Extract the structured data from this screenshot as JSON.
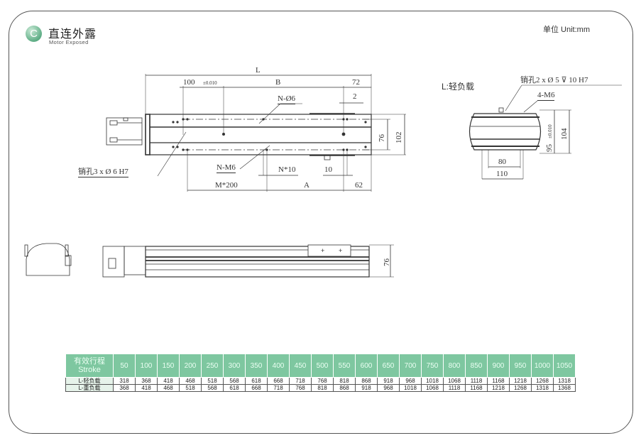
{
  "header": {
    "logo_letter": "C",
    "title": "直连外露",
    "subtitle": "Motor Exposed",
    "unit": "单位 Unit:mm"
  },
  "top_view": {
    "L": "L",
    "d100": "100",
    "tol": "±0.010",
    "B": "B",
    "d72": "72",
    "d2": "2",
    "n_phi6": "N-Ø6",
    "d76": "76",
    "d102": "102",
    "pin_hole": "销孔3 x Ø 6 H7",
    "n_m6": "N-M6",
    "n10": "N*10",
    "d10": "10",
    "m200": "M*200",
    "A": "A",
    "d62": "62"
  },
  "end_view": {
    "caption": "L:轻负载",
    "pin_hole": "销孔2 x Ø 5 ⊽ 10 H7",
    "m6": "4-M6",
    "d80": "80",
    "d110": "110",
    "d95": "95",
    "tol": "±0.010",
    "d104": "104"
  },
  "side_view": {
    "d76": "76"
  },
  "table": {
    "header_label": "有效行程",
    "header_sub": "Stroke",
    "strokes": [
      "50",
      "100",
      "150",
      "200",
      "250",
      "300",
      "350",
      "400",
      "450",
      "500",
      "550",
      "600",
      "650",
      "700",
      "750",
      "800",
      "850",
      "900",
      "950",
      "1000",
      "1050"
    ],
    "rows": [
      {
        "label": "L-轻负载",
        "values": [
          "318",
          "368",
          "418",
          "468",
          "518",
          "568",
          "618",
          "668",
          "718",
          "768",
          "818",
          "868",
          "918",
          "968",
          "1018",
          "1068",
          "1118",
          "1168",
          "1218",
          "1268",
          "1318"
        ]
      },
      {
        "label": "L-重负载",
        "values": [
          "368",
          "418",
          "468",
          "518",
          "568",
          "618",
          "668",
          "718",
          "768",
          "818",
          "868",
          "918",
          "968",
          "1018",
          "1068",
          "1118",
          "1168",
          "1218",
          "1268",
          "1318",
          "1368"
        ]
      }
    ]
  },
  "colors": {
    "accent": "#7ec7a0",
    "line": "#333333"
  }
}
